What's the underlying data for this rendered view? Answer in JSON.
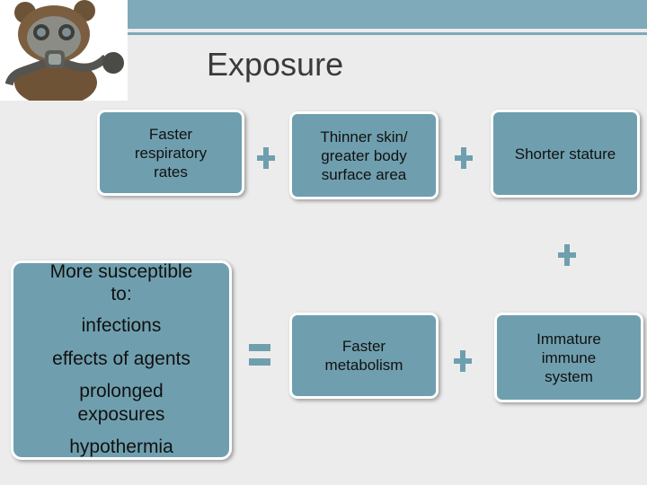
{
  "title": "Exposure",
  "factors": {
    "respiratory": "Faster\nrespiratory\nrates",
    "skin": "Thinner skin/\ngreater body\nsurface area",
    "stature": "Shorter stature",
    "metabolism": "Faster\nmetabolism",
    "immune": "Immature\nimmune\nsystem"
  },
  "outcome": {
    "heading": "More susceptible\nto:",
    "items": [
      "infections",
      "effects of agents",
      "prolonged\nexposures",
      "hypothermia"
    ]
  },
  "colors": {
    "box_fill": "#6f9fae",
    "accent_bar": "#7eaab9",
    "title_text": "#3a3a3a"
  },
  "photo": {
    "subject": "teddy-bear-wearing-gas-mask"
  }
}
